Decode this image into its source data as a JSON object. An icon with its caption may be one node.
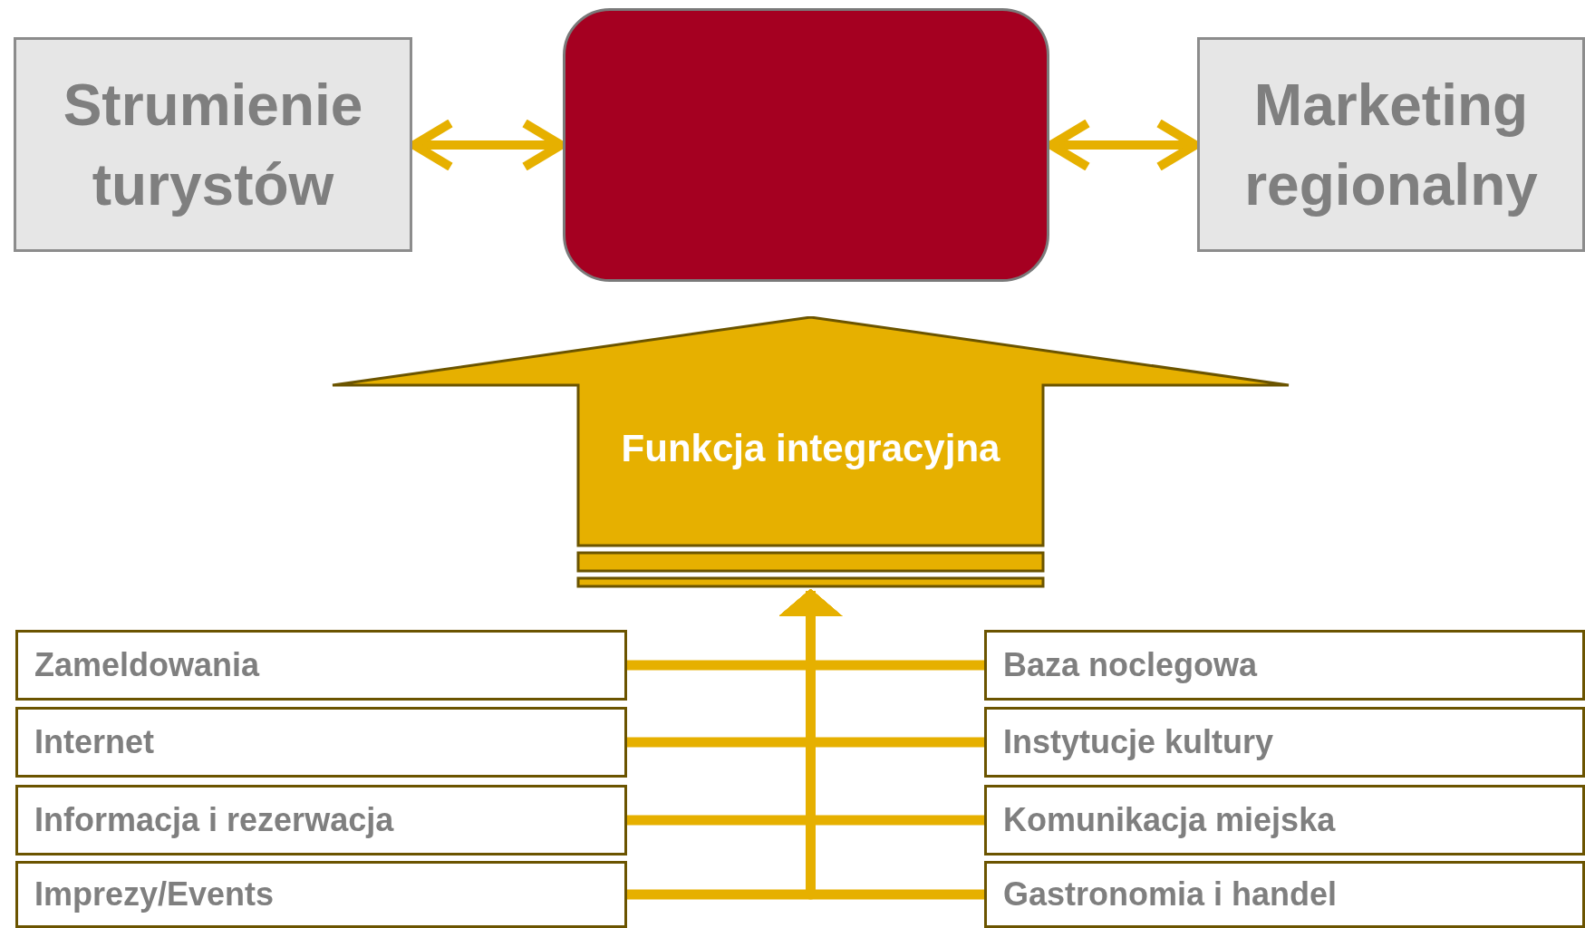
{
  "diagram": {
    "nodes": [
      {
        "text": [
          "Strumienie turystów"
        ]
      },
      {
        "text": [],
        "shape": "box"
      },
      {
        "text": [
          "Marketing regionalny"
        ]
      },
      {
        "text": [
          "Funkcja integracyjna"
        ]
      },
      {
        "text": [
          "Zameldowania"
        ]
      },
      {
        "text": [
          "Internet"
        ]
      },
      {
        "text": [
          "Informacja i rezerwacja"
        ]
      },
      {
        "text": [
          "Imprezy/Events"
        ]
      },
      {
        "text": [
          "Baza noclegowa"
        ]
      },
      {
        "text": [
          "Instytucje kultury"
        ]
      },
      {
        "text": [
          "Komunikacja miejska"
        ]
      },
      {
        "text": [
          "Gastronomia i handel"
        ]
      }
    ],
    "edges": [
      {
        "from": 0,
        "to": 1,
        "arrow": "both"
      },
      {
        "from": 1,
        "to": 2,
        "arrow": "both"
      },
      {
        "from": 4,
        "to": 3,
        "arrow": "to"
      },
      {
        "from": 5,
        "to": 3,
        "arrow": "to"
      },
      {
        "from": 6,
        "to": 3,
        "arrow": "to"
      },
      {
        "from": 7,
        "to": 3,
        "arrow": "to"
      },
      {
        "from": 8,
        "to": 3,
        "arrow": "to"
      },
      {
        "from": 9,
        "to": 3,
        "arrow": "to"
      },
      {
        "from": 10,
        "to": 3,
        "arrow": "to"
      },
      {
        "from": 11,
        "to": 3,
        "arrow": "to"
      }
    ]
  }
}
